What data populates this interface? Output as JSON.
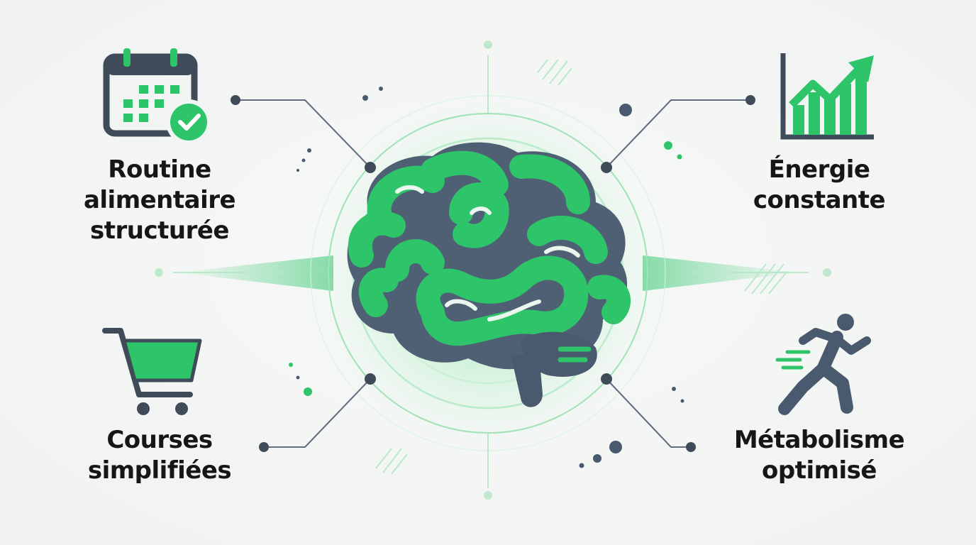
{
  "colors": {
    "background": "#f3f5f4",
    "green": "#2ec46a",
    "slate": "#4a5a6e",
    "line": "#5f6d7d",
    "text": "#141617"
  },
  "center": {
    "icon": "brain-icon"
  },
  "items": [
    {
      "id": "routine",
      "icon": "calendar-check-icon",
      "lines": [
        "Routine",
        "alimentaire",
        "structurée"
      ]
    },
    {
      "id": "energie",
      "icon": "growth-chart-icon",
      "lines": [
        "Énergie",
        "constante"
      ]
    },
    {
      "id": "courses",
      "icon": "shopping-cart-icon",
      "lines": [
        "Courses",
        "simplifiées"
      ]
    },
    {
      "id": "metabolisme",
      "icon": "running-person-icon",
      "lines": [
        "Métabolisme",
        "optimisé"
      ]
    }
  ]
}
